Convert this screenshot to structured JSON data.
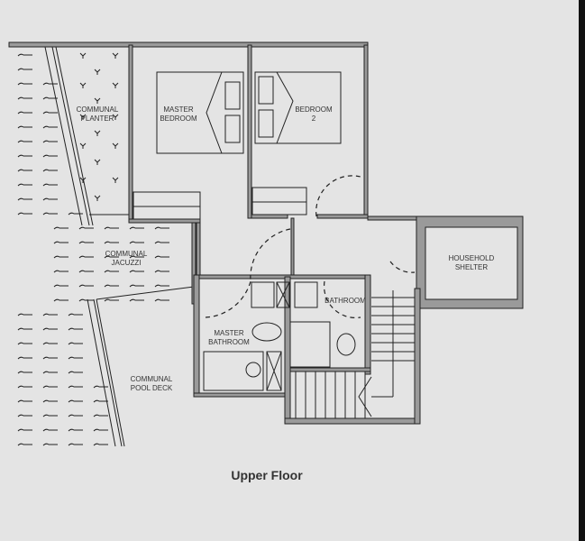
{
  "plan": {
    "title": "Upper Floor",
    "rooms": {
      "communal_planter": [
        "COMMUNAL",
        "PLANTER"
      ],
      "master_bedroom": [
        "MASTER",
        "BEDROOM"
      ],
      "bedroom_2": [
        "BEDROOM",
        "2"
      ],
      "communal_jacuzzi": [
        "COMMUNAL",
        "JACUZZI"
      ],
      "household_shelter": [
        "HOUSEHOLD",
        "SHELTER"
      ],
      "bathroom": [
        "BATHROOM"
      ],
      "master_bathroom": [
        "MASTER",
        "BATHROOM"
      ],
      "communal_pool_deck": [
        "COMMUNAL",
        "POOL DECK"
      ]
    }
  }
}
